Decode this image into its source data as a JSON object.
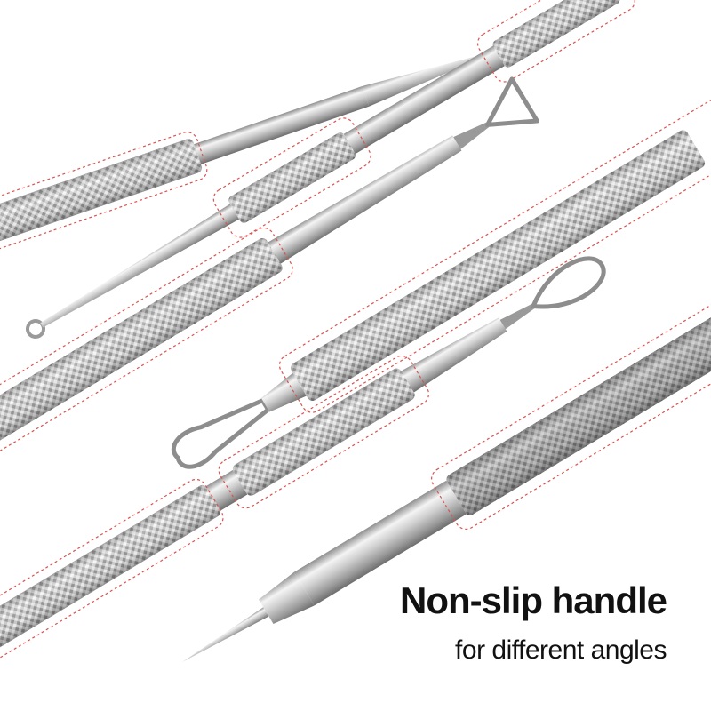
{
  "caption": {
    "title": "Non-slip handle",
    "subtitle": "for different angles"
  },
  "colors": {
    "background": "#ffffff",
    "steel_light": "#f2f2f2",
    "steel_mid": "#c8c8c8",
    "steel_dark": "#8a8a8a",
    "highlight_box": "#d9534f",
    "text": "#111111"
  },
  "tools": [
    {
      "name": "lancet-needle",
      "tip": "needle"
    },
    {
      "name": "loop-extractor",
      "tip": "small-loop"
    },
    {
      "name": "triangle-scraper",
      "tip": "triangle"
    },
    {
      "name": "wire-loop-extractor",
      "tip": "wire-loop"
    },
    {
      "name": "pointed-lancet",
      "tip": "needle"
    }
  ]
}
